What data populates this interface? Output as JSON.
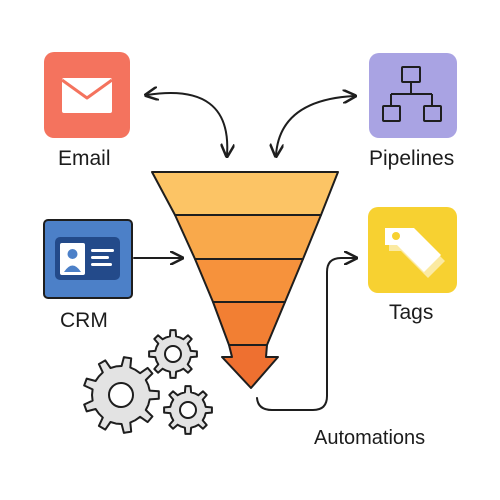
{
  "labels": {
    "email": "Email",
    "pipelines": "Pipelines",
    "crm": "CRM",
    "tags": "Tags",
    "automations": "Automations"
  },
  "colors": {
    "email_tile": "#f4735e",
    "pipelines_tile": "#a9a3e3",
    "crm_tile": "#4c80c8",
    "tags_tile": "#f7d131",
    "funnel_layers": [
      "#fcc465",
      "#f9a94b",
      "#f6923c",
      "#f27f33",
      "#ee7030"
    ],
    "gear": "#e3e3e3",
    "stroke": "#1e1e1e"
  },
  "icons": {
    "email": "envelope-icon",
    "pipelines": "org-chart-icon",
    "crm": "id-card-icon",
    "tags": "tag-icon",
    "automations": "gears-icon"
  }
}
